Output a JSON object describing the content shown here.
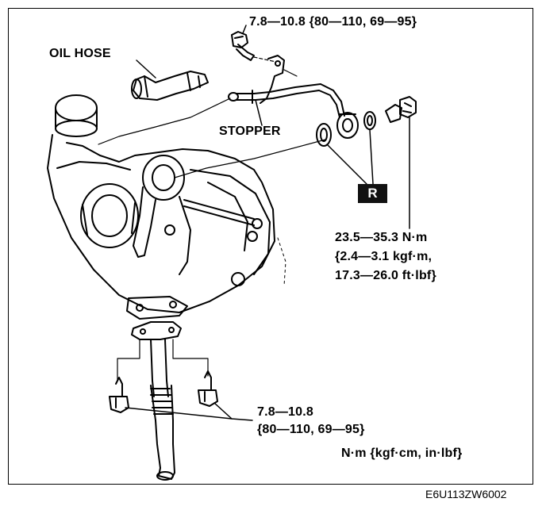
{
  "labels": {
    "top_torque": "7.8—10.8 {80—110, 69—95}",
    "oil_hose": "OIL HOSE",
    "stopper": "STOPPER",
    "r_badge": "R",
    "mid_torque_line1": "23.5—35.3 N·m",
    "mid_torque_line2": "{2.4—3.1 kgf·m,",
    "mid_torque_line3": "17.3—26.0 ft·lbf}",
    "bottom_torque_line1": "7.8—10.8",
    "bottom_torque_line2": "{80—110, 69—95}",
    "units_legend": "N·m {kgf·cm, in·lbf}",
    "figure_code": "E6U113ZW6002"
  }
}
